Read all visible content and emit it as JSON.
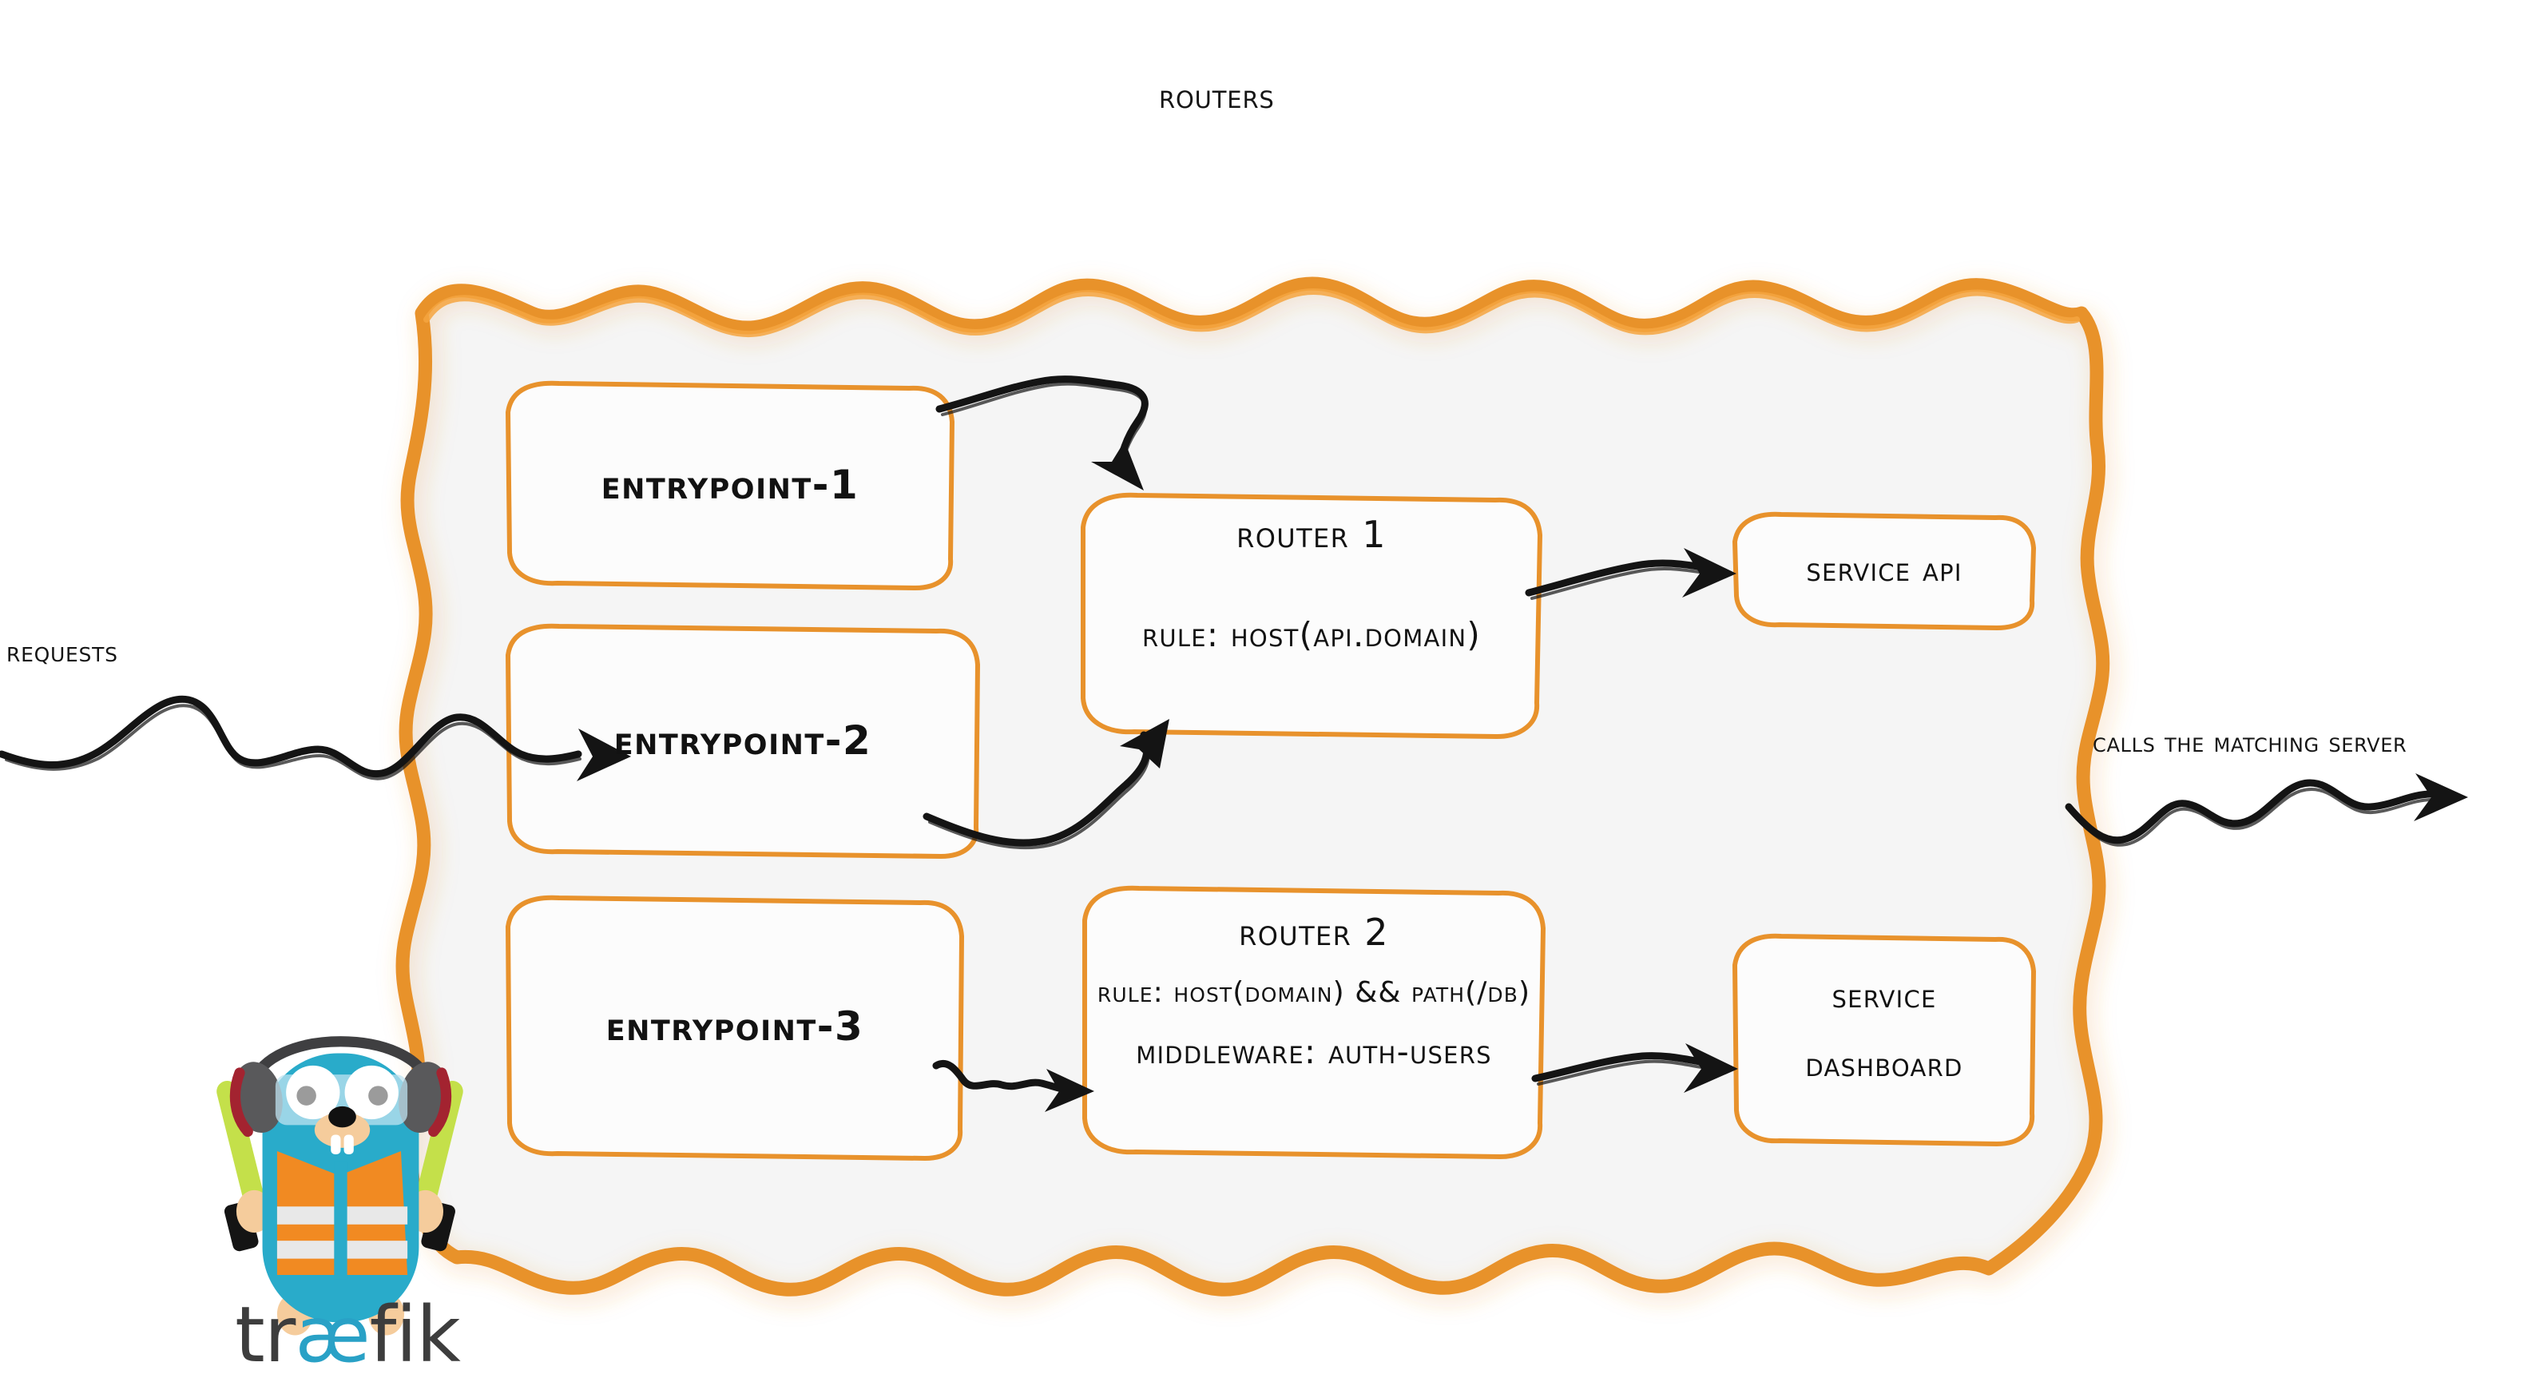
{
  "diagram": {
    "title": "Routers",
    "panel": {
      "name": "routers-panel",
      "border_color": "#E8922C",
      "fill_color": "#F5F5F5"
    },
    "left_label": "Requests",
    "right_label": "Calls the matching server",
    "entrypoints": [
      {
        "id": "entrypoint-1",
        "label": "entrypoint-1"
      },
      {
        "id": "entrypoint-2",
        "label": "entrypoint-2"
      },
      {
        "id": "entrypoint-3",
        "label": "entrypoint-3"
      }
    ],
    "routers": [
      {
        "id": "router-1",
        "title": "Router 1",
        "rule": "rule: Host(api.domain)",
        "middleware": ""
      },
      {
        "id": "router-2",
        "title": "Router 2",
        "rule": "rule: Host(domain) && Path(/db)",
        "middleware": "Middleware: auth-users"
      }
    ],
    "services": [
      {
        "id": "service-api",
        "line1": "Service API",
        "line2": ""
      },
      {
        "id": "service-dashboard",
        "line1": "Service",
        "line2": "Dashboard"
      }
    ],
    "connections": [
      {
        "from": "entrypoint-1",
        "to": "router-1"
      },
      {
        "from": "entrypoint-2",
        "to": "router-1"
      },
      {
        "from": "entrypoint-3",
        "to": "router-2"
      },
      {
        "from": "router-1",
        "to": "service-api"
      },
      {
        "from": "router-2",
        "to": "service-dashboard"
      },
      {
        "from": "requests",
        "to": "routers-panel"
      },
      {
        "from": "routers-panel",
        "to": "matching-server"
      }
    ],
    "logo": {
      "wordmark_left": "tr",
      "wordmark_ae": "æ",
      "wordmark_right": "fik",
      "mascot": "traefik-gopher-mascot"
    },
    "colors": {
      "orange": "#E8922C",
      "orange_light": "#F09A33",
      "panel_fill": "#F5F5F5",
      "box_fill": "#FCFCFC",
      "ink": "#121212",
      "gopher_blue": "#29ABCA",
      "gopher_orange": "#F18A22",
      "gopher_vest_stripe": "#E8E8E8",
      "gopher_baton": "#C4E04A",
      "gopher_headphone_gray": "#59595B",
      "gopher_headphone_red": "#A32330",
      "logo_text": "#3d3d3d",
      "logo_ae": "#29a1c6"
    }
  }
}
